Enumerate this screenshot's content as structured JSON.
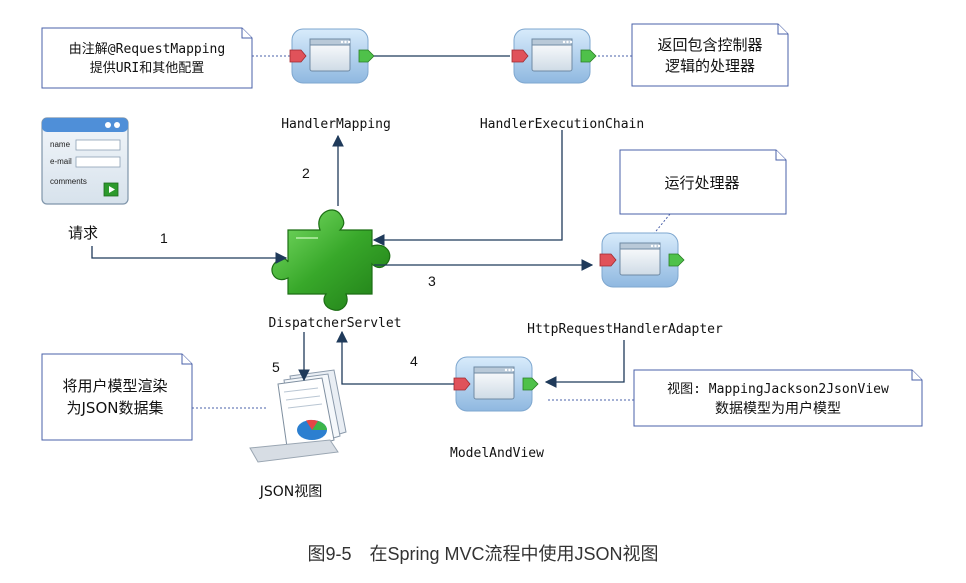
{
  "notes": {
    "mapping_note": [
      "由注解@RequestMapping",
      "提供URI和其他配置"
    ],
    "controller_note": [
      "返回包含控制器",
      "逻辑的处理器"
    ],
    "run_note": "运行处理器",
    "json_note": [
      "将用户模型渲染",
      "为JSON数据集"
    ],
    "view_note": [
      "视图: MappingJackson2JsonView",
      "数据模型为用户模型"
    ]
  },
  "components": {
    "handler_mapping": "HandlerMapping",
    "handler_execution_chain": "HandlerExecutionChain",
    "dispatcher_servlet": "DispatcherServlet",
    "http_request_handler_adapter": "HttpRequestHandlerAdapter",
    "model_and_view": "ModelAndView",
    "json_view": "JSON视图",
    "request": "请求"
  },
  "form_labels": {
    "name": "name",
    "email": "e-mail",
    "comments": "comments"
  },
  "steps": [
    "1",
    "2",
    "3",
    "4",
    "5"
  ],
  "caption": "图9-5　在Spring MVC流程中使用JSON视图",
  "colors": {
    "arrow": "#1f3a5a",
    "note_border": "#4a60a8",
    "puzzle_green": "#3aa62a",
    "module_blue": "#9cc3e6",
    "connector_red": "#e0525a",
    "connector_green": "#4fc14a"
  }
}
